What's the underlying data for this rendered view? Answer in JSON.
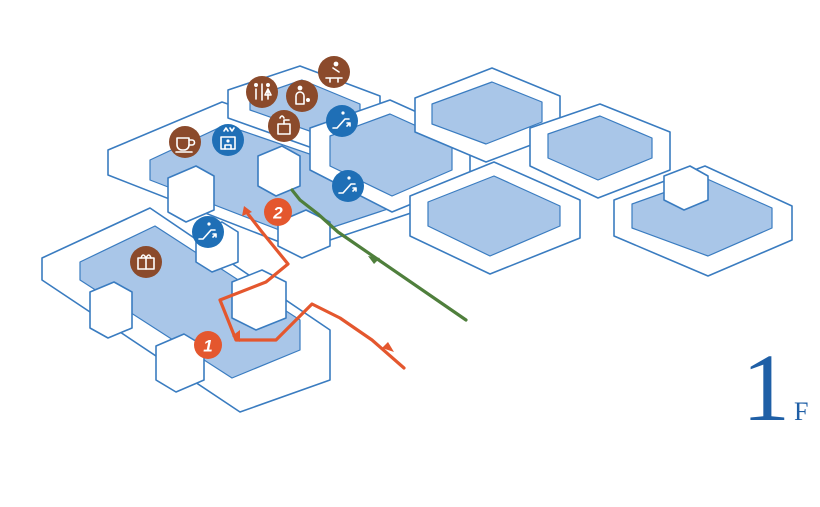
{
  "floor": {
    "number": "1",
    "suffix": "F"
  },
  "route_markers": [
    {
      "label": "1"
    },
    {
      "label": "2"
    }
  ],
  "facility_icons": [
    {
      "name": "gift-shop-icon",
      "category": "shop"
    },
    {
      "name": "cafe-icon",
      "category": "dining"
    },
    {
      "name": "elevator-icon",
      "category": "transport"
    },
    {
      "name": "restroom-icon",
      "category": "amenity"
    },
    {
      "name": "nursing-room-icon",
      "category": "amenity"
    },
    {
      "name": "water-fountain-icon",
      "category": "amenity"
    },
    {
      "name": "information-desk-icon",
      "category": "service"
    },
    {
      "name": "escalator-icon",
      "category": "transport"
    }
  ],
  "colors": {
    "wall_stroke": "#3a7cc0",
    "floor_fill": "#a9c6e8",
    "route_orange": "#e4572e",
    "route_green": "#4f7f3c",
    "amenity_brown": "#8b4a2b",
    "transport_blue": "#1f6fb6",
    "label_blue": "#1f5fa6"
  }
}
